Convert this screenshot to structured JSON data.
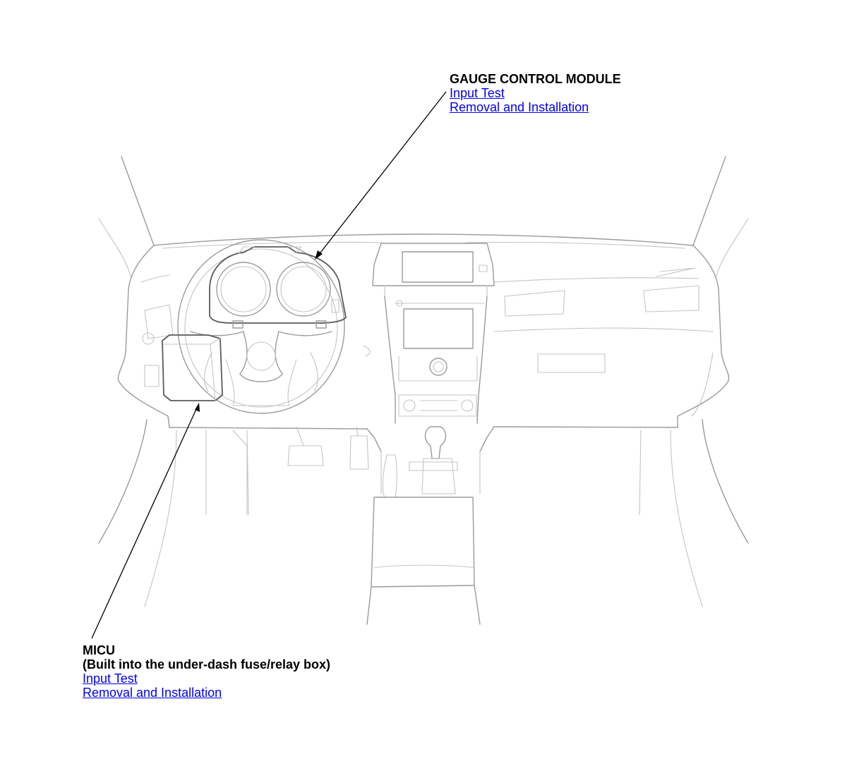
{
  "callouts": {
    "gcm": {
      "title": "GAUGE CONTROL MODULE",
      "links": [
        "Input Test",
        "Removal and Installation"
      ]
    },
    "micu": {
      "title": "MICU",
      "subtitle": "(Built into the under-dash fuse/relay box)",
      "links": [
        "Input Test",
        "Removal and Installation"
      ]
    }
  },
  "colors": {
    "link": "#0000ee",
    "text": "#000000",
    "line_art": "#9a9a9a"
  }
}
